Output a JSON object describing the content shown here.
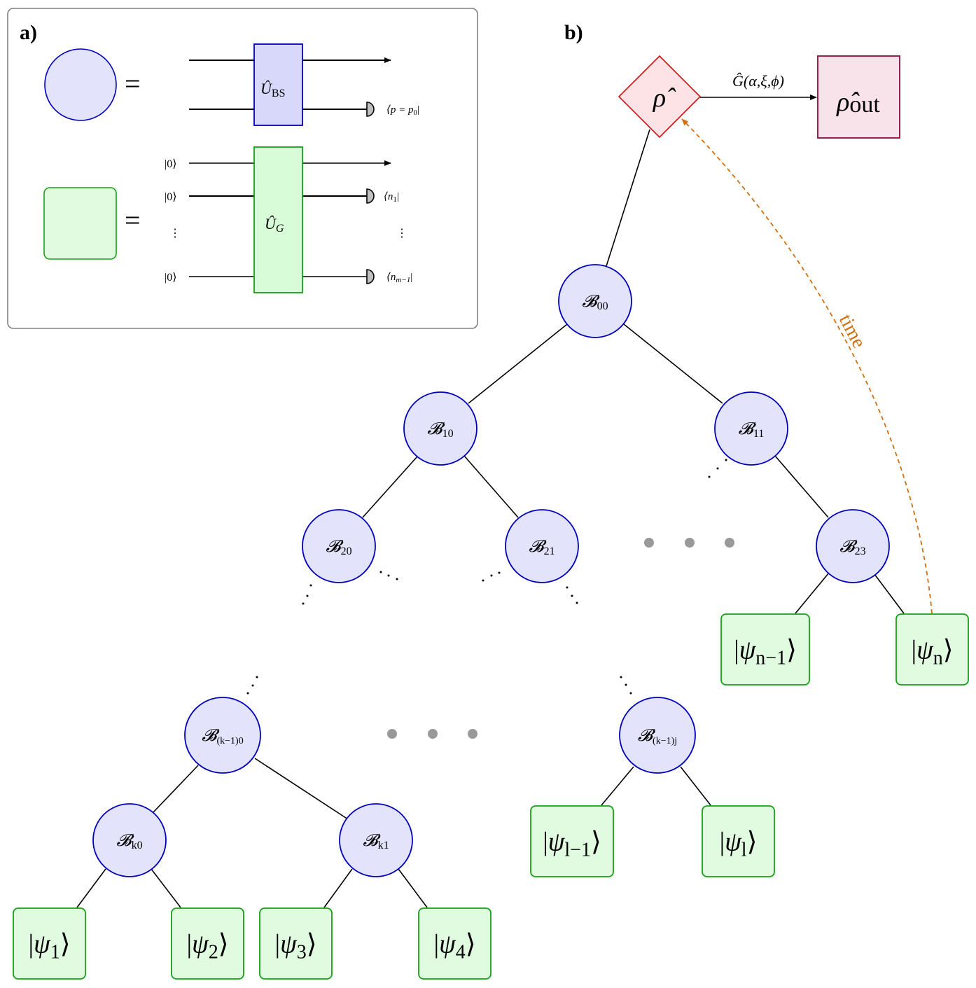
{
  "panel_a": {
    "label": "a)",
    "equals": "=",
    "beam_splitter": {
      "symbol": "Û",
      "subscript": "BS",
      "measurement": "⟨p = p",
      "measurement_sub": "0",
      "measurement_end": "|"
    },
    "gaussian": {
      "symbol": "Û",
      "subscript": "G",
      "inputs": [
        "|0⟩",
        "|0⟩",
        "⋮",
        "|0⟩"
      ],
      "measurements": [
        {
          "text": "⟨n",
          "sub": "1",
          "end": "|"
        },
        {
          "text": "⋮",
          "sub": "",
          "end": ""
        },
        {
          "text": "⟨n",
          "sub": "m−1",
          "end": "|"
        }
      ]
    }
  },
  "panel_b": {
    "label": "b)",
    "rho": "ρ̂",
    "rho_out": "ρ̂",
    "rho_out_sub": "out",
    "gate_label": "Ĝ(α,ξ,ϕ)",
    "time_label": "time",
    "nodes": [
      {
        "id": "B00",
        "main": "𝓑",
        "sub": "00"
      },
      {
        "id": "B10",
        "main": "𝓑",
        "sub": "10"
      },
      {
        "id": "B11",
        "main": "𝓑",
        "sub": "11"
      },
      {
        "id": "B20",
        "main": "𝓑",
        "sub": "20"
      },
      {
        "id": "B21",
        "main": "𝓑",
        "sub": "21"
      },
      {
        "id": "B23",
        "main": "𝓑",
        "sub": "23"
      },
      {
        "id": "Bk-1_0",
        "main": "𝓑",
        "sub": "(k−1)0"
      },
      {
        "id": "Bk-1_j",
        "main": "𝓑",
        "sub": "(k−1)j"
      },
      {
        "id": "Bk0",
        "main": "𝓑",
        "sub": "k0"
      },
      {
        "id": "Bk1",
        "main": "𝓑",
        "sub": "k1"
      }
    ],
    "states": [
      {
        "id": "psi1",
        "sub": "1"
      },
      {
        "id": "psi2",
        "sub": "2"
      },
      {
        "id": "psi3",
        "sub": "3"
      },
      {
        "id": "psi4",
        "sub": "4"
      },
      {
        "id": "psi_l-1",
        "sub": "l−1"
      },
      {
        "id": "psi_l",
        "sub": "l"
      },
      {
        "id": "psi_n-1",
        "sub": "n−1"
      },
      {
        "id": "psi_n",
        "sub": "n"
      }
    ]
  },
  "colors": {
    "node_fill": "#e3e3fb",
    "node_stroke": "#0000bb",
    "state_fill": "#e0fbe0",
    "state_stroke": "#16a016",
    "bs_fill": "#d8d8fb",
    "g_fill": "#d8fbd8",
    "rho_fill": "#fde3e5",
    "rho_stroke": "#cc1111",
    "rhoout_fill": "#f9e3ea",
    "rhoout_stroke": "#8b0a3a",
    "time_color": "#d2700e",
    "ellipsis_dots": "#999999",
    "panel_border": "#808080"
  }
}
